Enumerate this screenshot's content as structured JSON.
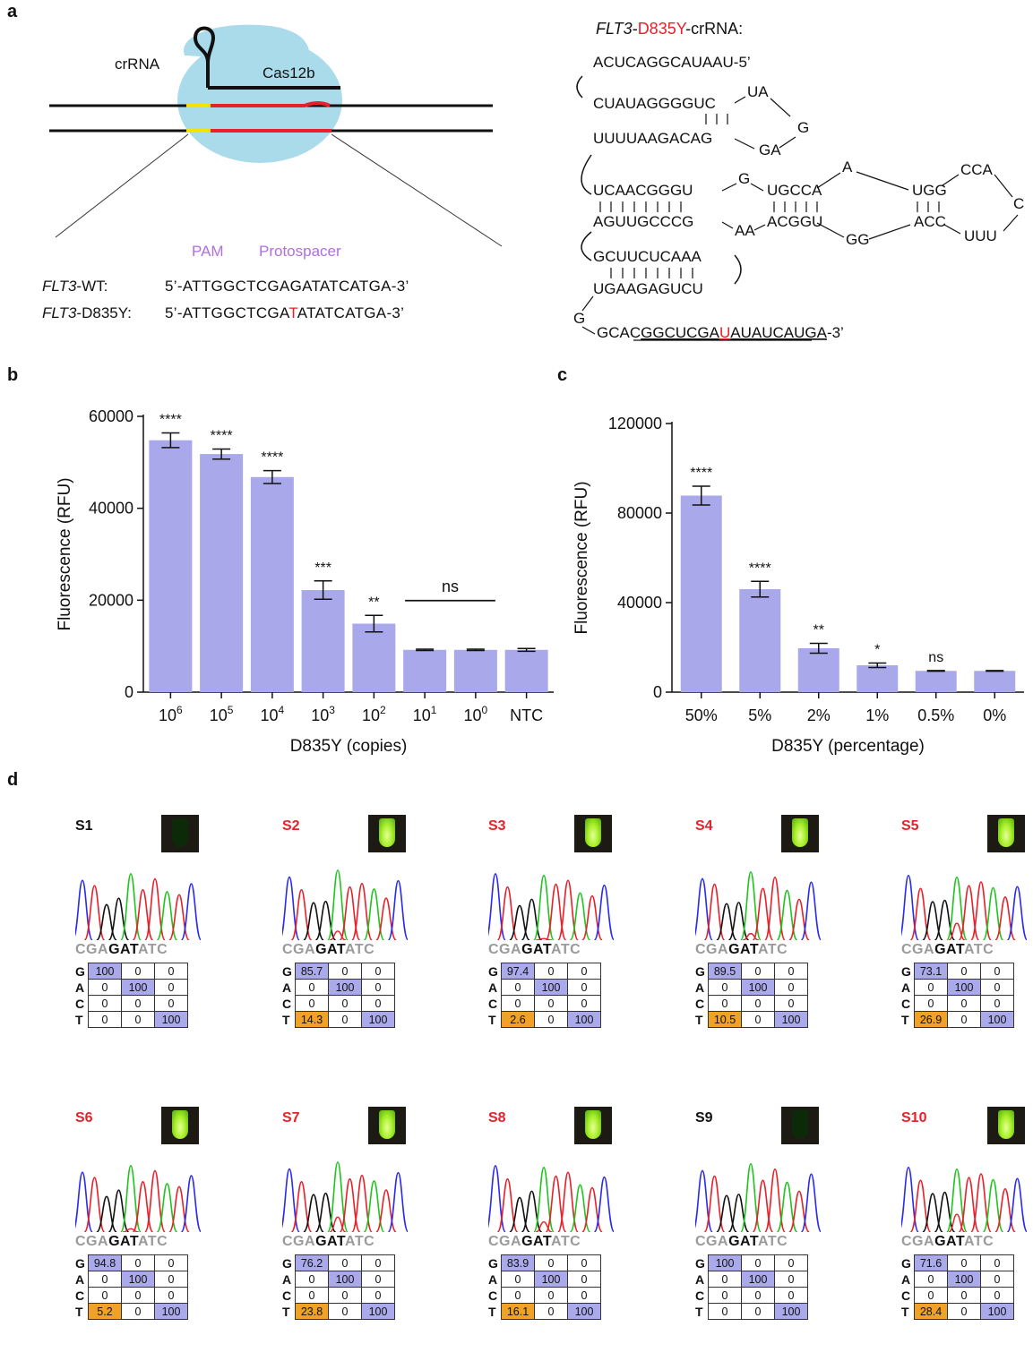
{
  "panels": {
    "a": "a",
    "b": "b",
    "c": "c",
    "d": "d"
  },
  "panel_a": {
    "crrna_label": "crRNA",
    "cas_label": "Cas12b",
    "pam_label": "PAM",
    "protospacer_label": "Protospacer",
    "wt_name": "FLT3",
    "wt_suffix": "-WT:",
    "mut_name": "FLT3",
    "mut_suffix": "-D835Y:",
    "five_prime": "5’-",
    "three_prime": "-3’",
    "wt_pam": "ATT",
    "wt_proto": "GGCTCGAGATATCATGA",
    "mut_pam": "ATT",
    "mut_proto_a": "GGCTCGA",
    "mut_proto_mut": "T",
    "mut_proto_b": "ATATCATGA",
    "crrna_title_gene": "FLT3",
    "crrna_title_sep": "-",
    "crrna_title_mut": "D835Y",
    "crrna_title_end": "-crRNA:",
    "structure": {
      "l1": "ACUCAGGCAUAAU-5’",
      "l2": "CUAUAGGGGUC",
      "l2b": "UA",
      "l3g": "G",
      "l4": "UUUUAAGACAG",
      "l4b": "GA",
      "l5a": "UCAACGGGU",
      "l5g": "G",
      "l5b": "UGCCA",
      "l5c": "A",
      "l5d": "UGG",
      "l5e": "CCA",
      "l6c": "C",
      "l7a": "AGUUGCCCG",
      "l7aa": "AA",
      "l7b": "ACGGU",
      "l7gg": "GG",
      "l7c": "ACC",
      "l7d": "UUU",
      "l8": "GCUUCUCAAA",
      "l9": "UGAAGAGUCU",
      "l10g": "G",
      "l11a": "GCAC",
      "l11b": "GGCUCGA",
      "l11u": "U",
      "l11c": "AUAUCAUGA",
      "l11d": "-3’"
    }
  },
  "chart_data": [
    {
      "type": "bar",
      "panel": "b",
      "categories": [
        "10^6",
        "10^5",
        "10^4",
        "10^3",
        "10^2",
        "10^1",
        "10^0",
        "NTC"
      ],
      "tick_bases": [
        "10",
        "10",
        "10",
        "10",
        "10",
        "10",
        "10",
        "NTC"
      ],
      "tick_exps": [
        "6",
        "5",
        "4",
        "3",
        "2",
        "1",
        "0",
        ""
      ],
      "values": [
        54800,
        51800,
        46800,
        22200,
        14900,
        9200,
        9200,
        9200
      ],
      "errors": [
        1600,
        1100,
        1400,
        2000,
        1800,
        150,
        150,
        300
      ],
      "significance": [
        "****",
        "****",
        "****",
        "***",
        "**",
        "",
        "",
        ""
      ],
      "ns_label": "ns",
      "ylabel": "Fluorescence (RFU)",
      "xlabel": "D835Y (copies)",
      "ylim": [
        0,
        60000
      ],
      "yticks": [
        0,
        20000,
        40000,
        60000
      ],
      "color": "#a9a8ea"
    },
    {
      "type": "bar",
      "panel": "c",
      "categories": [
        "50%",
        "5%",
        "2%",
        "1%",
        "0.5%",
        "0%"
      ],
      "values": [
        87800,
        46000,
        19600,
        12000,
        9500,
        9500
      ],
      "errors": [
        4200,
        3500,
        2200,
        1000,
        150,
        150
      ],
      "significance": [
        "****",
        "****",
        "**",
        "*",
        "ns",
        ""
      ],
      "ylabel": "Fluorescence (RFU)",
      "xlabel": "D835Y (percentage)",
      "ylim": [
        0,
        120000
      ],
      "yticks": [
        0,
        40000,
        80000,
        120000
      ],
      "color": "#a9a8ea"
    }
  ],
  "panel_d": {
    "seq_grey_left": "CGA",
    "seq_bold": "GAT",
    "seq_grey_right": "ATC",
    "bases": [
      "G",
      "A",
      "C",
      "T"
    ],
    "samples": [
      {
        "name": "S1",
        "positive": false,
        "g": "100",
        "t": "0"
      },
      {
        "name": "S2",
        "positive": true,
        "g": "85.7",
        "t": "14.3"
      },
      {
        "name": "S3",
        "positive": true,
        "g": "97.4",
        "t": "2.6"
      },
      {
        "name": "S4",
        "positive": true,
        "g": "89.5",
        "t": "10.5"
      },
      {
        "name": "S5",
        "positive": true,
        "g": "73.1",
        "t": "26.9"
      },
      {
        "name": "S6",
        "positive": true,
        "g": "94.8",
        "t": "5.2"
      },
      {
        "name": "S7",
        "positive": true,
        "g": "76.2",
        "t": "23.8"
      },
      {
        "name": "S8",
        "positive": true,
        "g": "83.9",
        "t": "16.1"
      },
      {
        "name": "S9",
        "positive": false,
        "g": "100",
        "t": "0"
      },
      {
        "name": "S10",
        "positive": true,
        "g": "71.6",
        "t": "28.4"
      }
    ],
    "colors": {
      "positive": "#e8202a",
      "negative": "#111111",
      "blue": "#aaa9ec",
      "orange": "#f1a125"
    }
  }
}
